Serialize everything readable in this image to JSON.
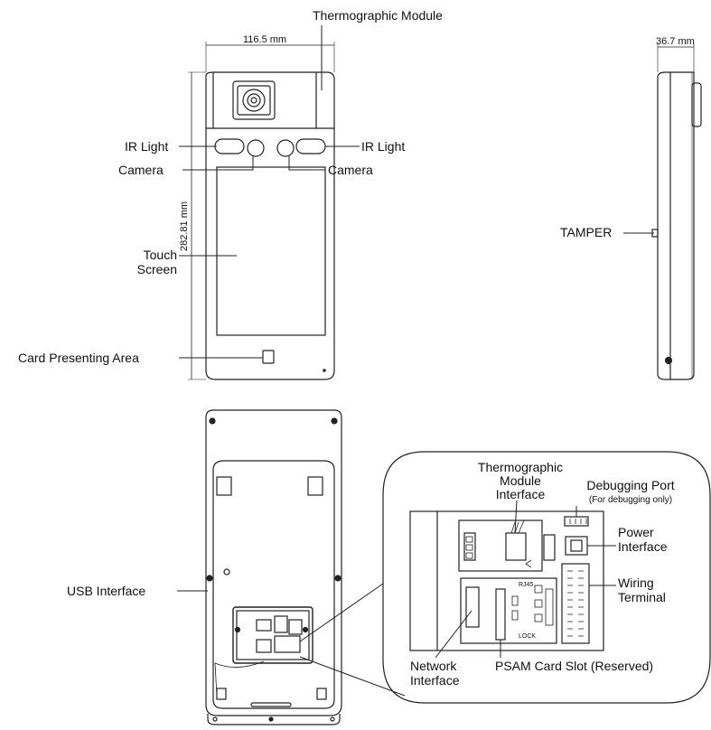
{
  "front_view": {
    "labels": {
      "thermographic_module": "Thermographic Module",
      "ir_light_left": "IR Light",
      "ir_light_right": "IR Light",
      "camera_left": "Camera",
      "camera_right": "Camera",
      "touch_screen_line1": "Touch",
      "touch_screen_line2": "Screen",
      "card_presenting_area": "Card Presenting Area"
    },
    "dimensions": {
      "width": "116.5 mm",
      "height": "282.81 mm"
    }
  },
  "side_view": {
    "labels": {
      "tamper": "TAMPER"
    },
    "dimensions": {
      "depth": "36.7 mm"
    }
  },
  "rear_view": {
    "labels": {
      "usb_interface": "USB Interface"
    }
  },
  "detail_view": {
    "labels": {
      "thermographic_module_interface_line1": "Thermographic",
      "thermographic_module_interface_line2": "Module",
      "thermographic_module_interface_line3": "Interface",
      "debugging_port": "Debugging Port",
      "debugging_port_note": "(For debugging only)",
      "power_interface_line1": "Power",
      "power_interface_line2": "Interface",
      "wiring_terminal_line1": "Wiring",
      "wiring_terminal_line2": "Terminal",
      "network_interface_line1": "Network",
      "network_interface_line2": "Interface",
      "psam_card_slot": "PSAM Card Slot (Reserved)"
    },
    "board_marks": {
      "rj45": "RJ45",
      "lock": "LOCK"
    }
  }
}
